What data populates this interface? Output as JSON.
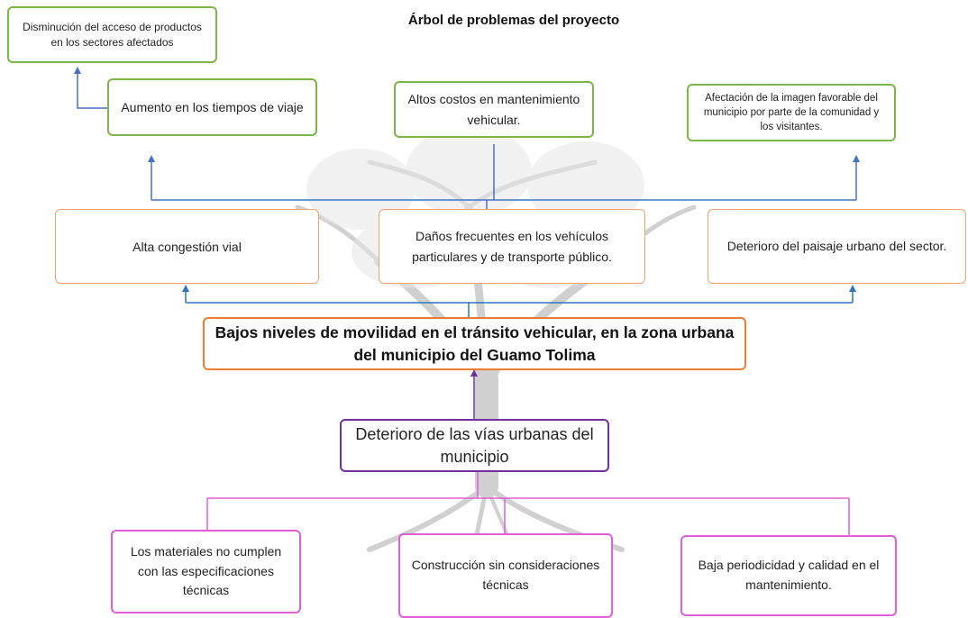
{
  "title": "Árbol de problemas del proyecto",
  "effects_secondary": {
    "top_left": "Disminución del acceso de productos en los sectores afectados",
    "travel": "Aumento en los tiempos de viaje",
    "costs": "Altos costos en mantenimiento vehicular.",
    "image": "Afectación de la imagen favorable del municipio por parte de la comunidad y los visitantes."
  },
  "effects_primary": {
    "congestion": "Alta congestión vial",
    "damage": "Daños frecuentes en los vehículos particulares y de transporte público.",
    "landscape": "Deterioro del paisaje urbano del sector."
  },
  "central_problem": "Bajos niveles de movilidad en el tránsito vehicular, en la zona urbana del municipio del Guamo Tolima",
  "main_cause": "Deterioro de las vías urbanas del municipio",
  "root_causes": {
    "materials": "Los materiales no cumplen con las especificaciones técnicas",
    "construction": "Construcción sin consideraciones técnicas",
    "maintenance": "Baja periodicidad y calidad en el mantenimiento."
  },
  "colors": {
    "effect_secondary_border": "#7ab648",
    "effect_primary_border": "#f4a26c",
    "central_border": "#ed7d31",
    "cause_border": "#7030a0",
    "root_border": "#e05fd6",
    "connector_blue": "#4472c4",
    "connector_teal": "#2e75b6",
    "tree": "#c8c8c8"
  }
}
